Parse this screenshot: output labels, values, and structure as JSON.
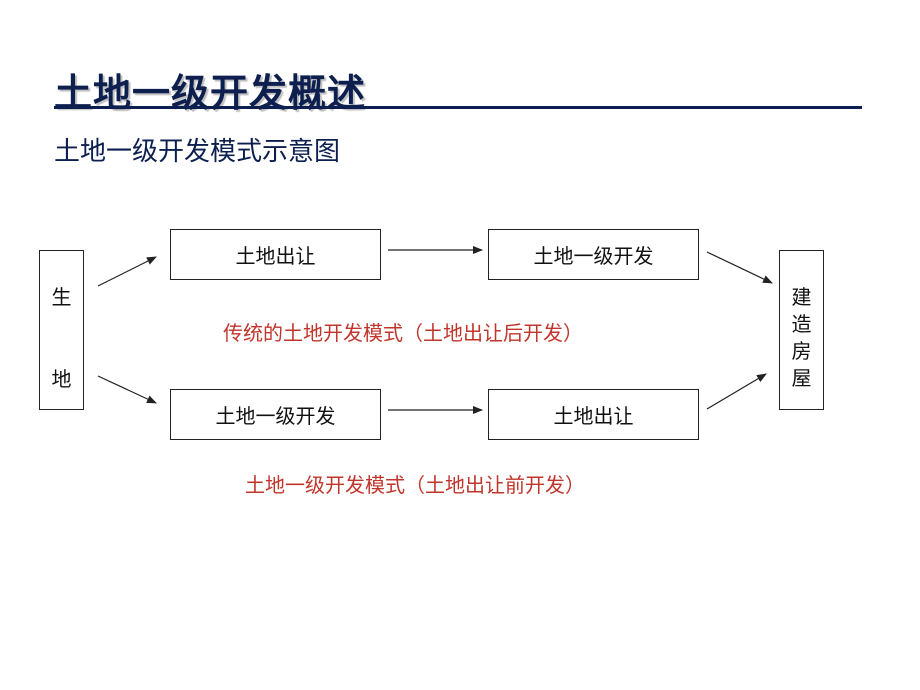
{
  "slide": {
    "title": "土地一级开发概述",
    "subtitle": "土地一级开发模式示意图"
  },
  "diagram": {
    "source": {
      "top_char": "生",
      "bottom_char": "地"
    },
    "target": {
      "chars": [
        "建",
        "造",
        "房",
        "屋"
      ]
    },
    "top_row": {
      "box1": "土地出让",
      "box2": "土地一级开发"
    },
    "bottom_row": {
      "box1": "土地一级开发",
      "box2": "土地出让"
    },
    "caption_traditional": "传统的土地开发模式（土地出让后开发）",
    "caption_primary": "土地一级开发模式（土地出让前开发）"
  },
  "colors": {
    "title": "#0c1f4f",
    "caption": "#c0362c",
    "line": "#222222"
  }
}
